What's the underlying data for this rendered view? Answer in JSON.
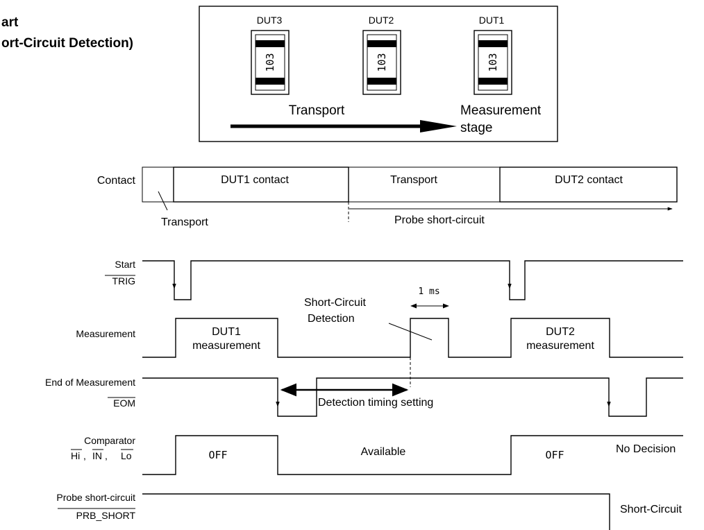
{
  "heading": {
    "line1": "art",
    "line2": "ort-Circuit Detection)"
  },
  "stage": {
    "duts": [
      {
        "name": "DUT3",
        "marking": "103"
      },
      {
        "name": "DUT2",
        "marking": "103"
      },
      {
        "name": "DUT1",
        "marking": "103"
      }
    ],
    "transport_label": "Transport",
    "measurement_stage_line1": "Measurement",
    "measurement_stage_line2": "stage"
  },
  "contact": {
    "label": "Contact",
    "segments": [
      "DUT1 contact",
      "Transport",
      "DUT2 contact"
    ],
    "transport_callout": "Transport",
    "probe_short_circuit": "Probe short-circuit"
  },
  "signals": {
    "start": {
      "label": "Start",
      "name": "TRIG"
    },
    "measurement": {
      "label": "Measurement",
      "dut1_line1": "DUT1",
      "dut1_line2": "measurement",
      "dut2_line1": "DUT2",
      "dut2_line2": "measurement",
      "short_circuit_line1": "Short-Circuit",
      "short_circuit_line2": "Detection",
      "duration": "1 ms"
    },
    "eom": {
      "label": "End of Measurement",
      "name": "EOM",
      "timing_setting": "Detection timing setting"
    },
    "comparator": {
      "label": "Comparator",
      "names": [
        "Hi",
        "IN",
        "Lo"
      ],
      "off1": "OFF",
      "available": "Available",
      "off2": "OFF",
      "no_decision": "No Decision"
    },
    "probe": {
      "label": "Probe short-circuit",
      "name": "PRB_SHORT",
      "short_circuit": "Short-Circuit"
    }
  }
}
